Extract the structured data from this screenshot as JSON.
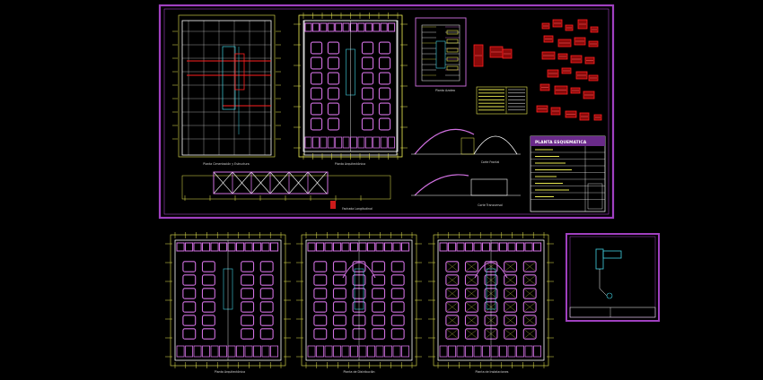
{
  "drawing": {
    "background": "#000000",
    "colors": {
      "frame": "#a040c0",
      "room": "#d070e0",
      "dim": "#e8e850",
      "grid": "#ffffff",
      "detail": "#ff2020",
      "accent": "#40d0e0",
      "text": "#d8d8d8"
    },
    "main_sheet": {
      "title_block_heading": "PLANTA ESQUEMATICA",
      "views": [
        {
          "id": "plan-a",
          "caption": "Planta Cimentación y Estructura"
        },
        {
          "id": "plan-b",
          "caption": "Planta Arquitectónica"
        },
        {
          "id": "section-detail",
          "caption": "Planta Azotea"
        },
        {
          "id": "elevation",
          "caption": "Fachada Longitudinal"
        },
        {
          "id": "arch-front",
          "caption": "Corte Frontal"
        },
        {
          "id": "arch-side",
          "caption": "Corte Transversal"
        }
      ]
    },
    "lower_sheets": [
      {
        "id": "plan-c",
        "caption": "Planta Arquitectónica"
      },
      {
        "id": "plan-d",
        "caption": "Planta de Distribución"
      },
      {
        "id": "plan-e",
        "caption": "Planta de Instalaciones"
      }
    ],
    "small_sheet": {
      "id": "detail-sheet"
    }
  }
}
